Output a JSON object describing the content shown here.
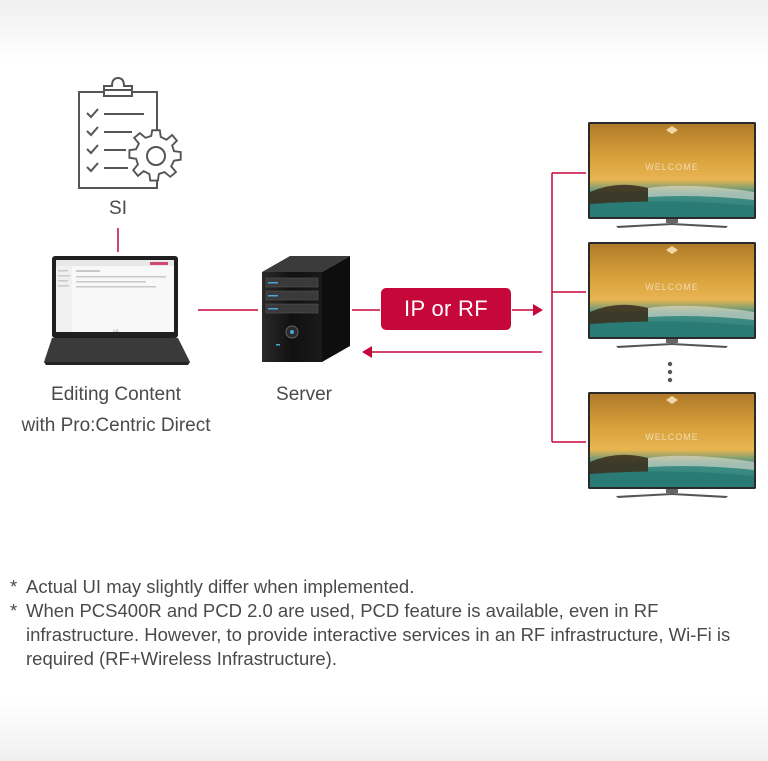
{
  "si_label": "SI",
  "laptop_label_line1": "Editing Content",
  "laptop_label_line2": "with Pro:Centric Direct",
  "server_label": "Server",
  "connection_badge": "IP or RF",
  "tv_screen_text": "WELCOME",
  "laptop_logo": "LG",
  "footnotes": [
    "Actual UI may slightly differ when implemented.",
    "When PCS400R and PCD 2.0 are used, PCD feature is available, even in RF infrastructure. However, to provide interactive services in an RF infrastructure, Wi-Fi is required (RF+Wireless Infrastructure)."
  ],
  "footnote_marker": "*",
  "colors": {
    "accent": "#c6073a",
    "line": "#c6073a",
    "text": "#4a4a4a"
  }
}
